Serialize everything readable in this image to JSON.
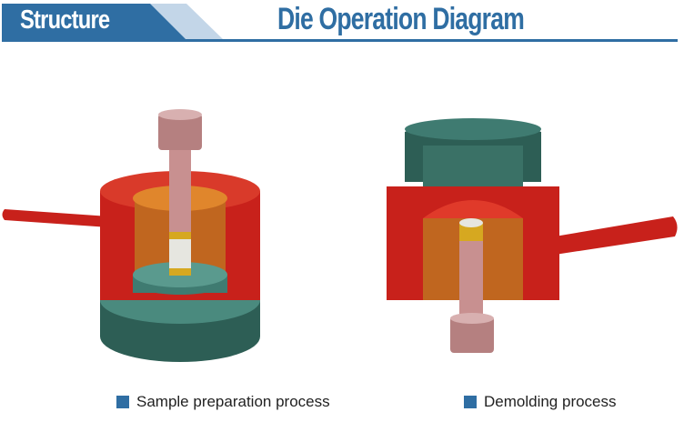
{
  "header": {
    "tab_label": "Structure",
    "title": "Die Operation Diagram",
    "accent": "#2f6ea3"
  },
  "figures": [
    {
      "caption": "Sample preparation process"
    },
    {
      "caption": "Demolding process"
    }
  ]
}
